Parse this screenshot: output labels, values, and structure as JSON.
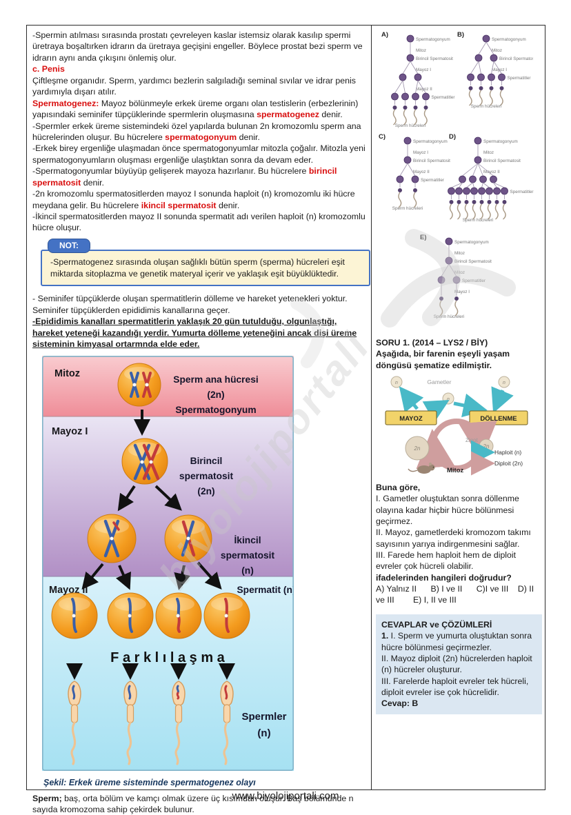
{
  "page": {
    "footer": "www.biyolojiportali.com",
    "watermark": "biyolojiportali"
  },
  "colors": {
    "accent_red": "#d90f0f",
    "note_blue": "#4472c4",
    "note_bg": "#fcf4d5",
    "caption_blue": "#17375e",
    "answers_bg": "#dbe7f2",
    "cell_orange": "#f49c1f",
    "chromosome_blue": "#3a5fa8",
    "chromosome_red": "#c23b3b",
    "haploit_teal": "#49b9c7",
    "diploit_rose": "#cf9e9e",
    "box_yellow": "#f2d36a",
    "band_mitoz_pink": "#ef8d98",
    "band_mayoz1_purple": "#b18fc5",
    "band_mayoz2_cyan": "#a6e1f2"
  },
  "left": {
    "paragraphs": [
      [
        {
          "t": "-Spermin atılması sırasında prostatı çevreleyen kaslar istemsiz olarak kasılıp spermi üretraya boşaltırken idrarın da üretraya geçişini engeller. Böylece prostat bezi sperm ve idrarın aynı anda çıkışını önlemiş olur."
        }
      ],
      [
        {
          "t": "c. Penis",
          "c": "red"
        }
      ],
      [
        {
          "t": "Çiftleşme organıdır. Sperm, yardımcı bezlerin salgıladığı seminal sıvılar ve idrar penis yardımıyla dışarı atılır."
        }
      ],
      [
        {
          "t": "Spermatogenez:",
          "c": "red"
        },
        {
          "t": " Mayoz bölünmeyle erkek üreme organı olan testislerin (erbezlerinin) yapısındaki seminifer tüpçüklerinde spermlerin oluşmasına "
        },
        {
          "t": "spermatogenez",
          "c": "red"
        },
        {
          "t": " denir."
        }
      ],
      [
        {
          "t": "-Spermler erkek üreme sistemindeki özel yapılarda bulunan 2n kromozomlu sperm ana hücrelerinden oluşur. Bu hücrelere "
        },
        {
          "t": "spermatogonyum",
          "c": "red"
        },
        {
          "t": " denir."
        }
      ],
      [
        {
          "t": "-Erkek birey ergenliğe ulaşmadan önce spermatogonyumlar mitozla çoğalır. Mitozla yeni spermatogonyumların oluşması ergenliğe ulaştıktan sonra da devam eder."
        }
      ],
      [
        {
          "t": " -Spermatogonyumlar büyüyüp gelişerek mayoza hazırlanır. Bu hücrelere "
        },
        {
          "t": "birincil spermatosit",
          "c": "red"
        },
        {
          "t": " denir."
        }
      ],
      [
        {
          "t": "-2n kromozomlu spermatositlerden mayoz I sonunda haploit (n) kromozomlu iki hücre meydana gelir. Bu hücrelere "
        },
        {
          "t": "ikincil spermatosit",
          "c": "red"
        },
        {
          "t": " denir."
        }
      ],
      [
        {
          "t": "-İkincil spermatositlerden mayoz II sonunda spermatit adı verilen haploit (n) kromozomlu hücre oluşur."
        }
      ]
    ],
    "note": {
      "badge": "NOT:",
      "text": "-Spermatogenez sırasında oluşan sağlıklı bütün sperm (sperma) hücreleri eşit miktarda sitoplazma ve genetik materyal içerir ve yaklaşık eşit büyüklüktedir."
    },
    "after": [
      [
        {
          "t": "- Seminifer tüpçüklerde oluşan spermatitlerin dölleme ve hareket yetenekleri yoktur. Seminifer tüpçüklerden epididimis kanallarına geçer."
        }
      ],
      [
        {
          "t": "-Epididimis kanalları spermatitlerin yaklaşık 20 gün tutulduğu, olgunlaştığı, hareket yeteneği kazandığı yerdir. Yumurta dölleme yeteneğini ancak dişi üreme sisteminin kimyasal ortarmnda elde eder.",
          "c": "bu"
        }
      ]
    ],
    "figure": {
      "labels": {
        "mitoz": "Mitoz",
        "mayoz1": "Mayoz I",
        "mayoz2": "Mayoz II",
        "sperm_ana_1": "Sperm ana hücresi",
        "sperm_ana_2": "(2n)",
        "sperm_ana_3": "Spermatogonyum",
        "birincil_1": "Birincil",
        "birincil_2": "spermatosit",
        "birincil_3": "(2n)",
        "ikincil_1": "İkincil",
        "ikincil_2": "spermatosit",
        "ikincil_3": "(n)",
        "spermatit": "Spermatit (n)",
        "farklilasma": "F a r k l ı l a ş m a",
        "spermler_1": "Spermler",
        "spermler_2": "(n)"
      },
      "caption": "Şekil: Erkek üreme sisteminde spermatogenez olayı"
    },
    "sperm_paragraph": [
      {
        "t": "Sperm;",
        "c": "b"
      },
      {
        "t": " baş, orta bölüm ve kamçı olmak üzere üç kısımdan oluşur. Baş bölümünde n sayıda kromozoma sahip çekirdek bulunur."
      }
    ]
  },
  "right": {
    "options": [
      {
        "key": "A)",
        "w": 112,
        "h": 152,
        "rows": [
          {
            "n": 1,
            "label": "Spermatogonyum"
          },
          {
            "e": "Mitoz"
          },
          {
            "n": 1,
            "label": "Birincil Spermatosit"
          },
          {
            "e": "Mayoz I"
          },
          {
            "n": 2
          },
          {
            "e": "Mayoz II"
          },
          {
            "n": 4,
            "label": "Spermatitler"
          },
          {
            "sperm": 4,
            "label": "Sperm hücreleri"
          }
        ]
      },
      {
        "key": "B)",
        "w": 112,
        "h": 128,
        "rows": [
          {
            "n": 1,
            "label": "Spermatogonyum"
          },
          {
            "e": "Mitoz"
          },
          {
            "n": 2,
            "label": "Birincil Spermatosit"
          },
          {
            "e": "Mayoz I"
          },
          {
            "n": 4,
            "label": "Spermatitler"
          },
          {
            "sperm": 4,
            "label": "Sperm hücreleri"
          }
        ]
      },
      {
        "key": "C)",
        "w": 112,
        "h": 128,
        "rows": [
          {
            "n": 1,
            "label": "Spermatogonyum"
          },
          {
            "e": "Mayoz I"
          },
          {
            "n": 1,
            "label": "Birincil Spermatosit"
          },
          {
            "e": "Mayoz II"
          },
          {
            "n": 2,
            "label": "Spermatitler"
          },
          {
            "sperm": 2,
            "label": "Sperm hücreleri"
          }
        ]
      },
      {
        "key": "D)",
        "w": 130,
        "h": 145,
        "rows": [
          {
            "n": 1,
            "label": "Spermatogonyum"
          },
          {
            "e": "Mitoz"
          },
          {
            "n": 1,
            "label": "Birincil Spermatosit"
          },
          {
            "e": "Mayoz II"
          },
          {
            "n": 4
          },
          {
            "n": 8,
            "label": "Spermatitler"
          },
          {
            "sperm": 8,
            "label": "Sperm hücreleri"
          }
        ]
      },
      {
        "key": "E)",
        "w": 112,
        "h": 138,
        "rows": [
          {
            "n": 1,
            "label": "Spermatogonyum"
          },
          {
            "e": "Mitoz"
          },
          {
            "n": 1,
            "label": "Birincil Spermatosit"
          },
          {
            "e": "Mitoz"
          },
          {
            "n": 2,
            "label": "Spermatitler"
          },
          {
            "e": "Mayoz I"
          },
          {
            "sperm": 2,
            "label": "Sperm hücreleri"
          }
        ]
      }
    ],
    "soru": {
      "title": "SORU 1. (2014 – LYS2 / BİY)",
      "intro": "Aşağıda, bir farenin eşeyli yaşam döngüsü şematize edilmiştir.",
      "cycle": {
        "gametler": "Gametler",
        "mayoz": "MAYOZ",
        "dollenme": "DÖLLENME",
        "zigot": "Zigot",
        "mitoz": "Mitoz",
        "n1": "n",
        "n2": "n",
        "n3": "n",
        "two_n_big": "2n",
        "two_n_small": "2n",
        "legend_haploit": "Haploit (n)",
        "legend_diploit": "Diploit (2n)"
      },
      "buna_gore": "Buna göre,",
      "items": [
        "I. Gametler oluştuktan sonra döllenme olayına kadar hiçbir hücre bölünmesi geçirmez.",
        "II. Mayoz, gametlerdeki kromozom takımı sayısının yarıya indirgenmesini sağlar.",
        "III. Farede hem haploit hem de diploit evreler çok hücreli olabilir."
      ],
      "question": "ifadelerinden hangileri doğrudur?",
      "choices": "A) Yalnız II      B) I ve II      C)I ve III    D) II ve III        E) I, II ve III"
    },
    "cevap": {
      "title": "CEVAPLAR ve ÇÖZÜMLERİ",
      "lines": [
        [
          {
            "t": "1.",
            "c": "b"
          },
          {
            "t": " I. Sperm ve yumurta oluştuktan sonra hücre bölünmesi geçirmezler."
          }
        ],
        [
          {
            "t": "II. Mayoz diploit (2n) hücrelerden haploit (n) hücreler oluşturur."
          }
        ],
        [
          {
            "t": "III. Farelerde haploit evreler tek hücreli, diploit evreler ise çok hücrelidir."
          }
        ],
        [
          {
            "t": "Cevap: B",
            "c": "b"
          }
        ]
      ]
    }
  }
}
